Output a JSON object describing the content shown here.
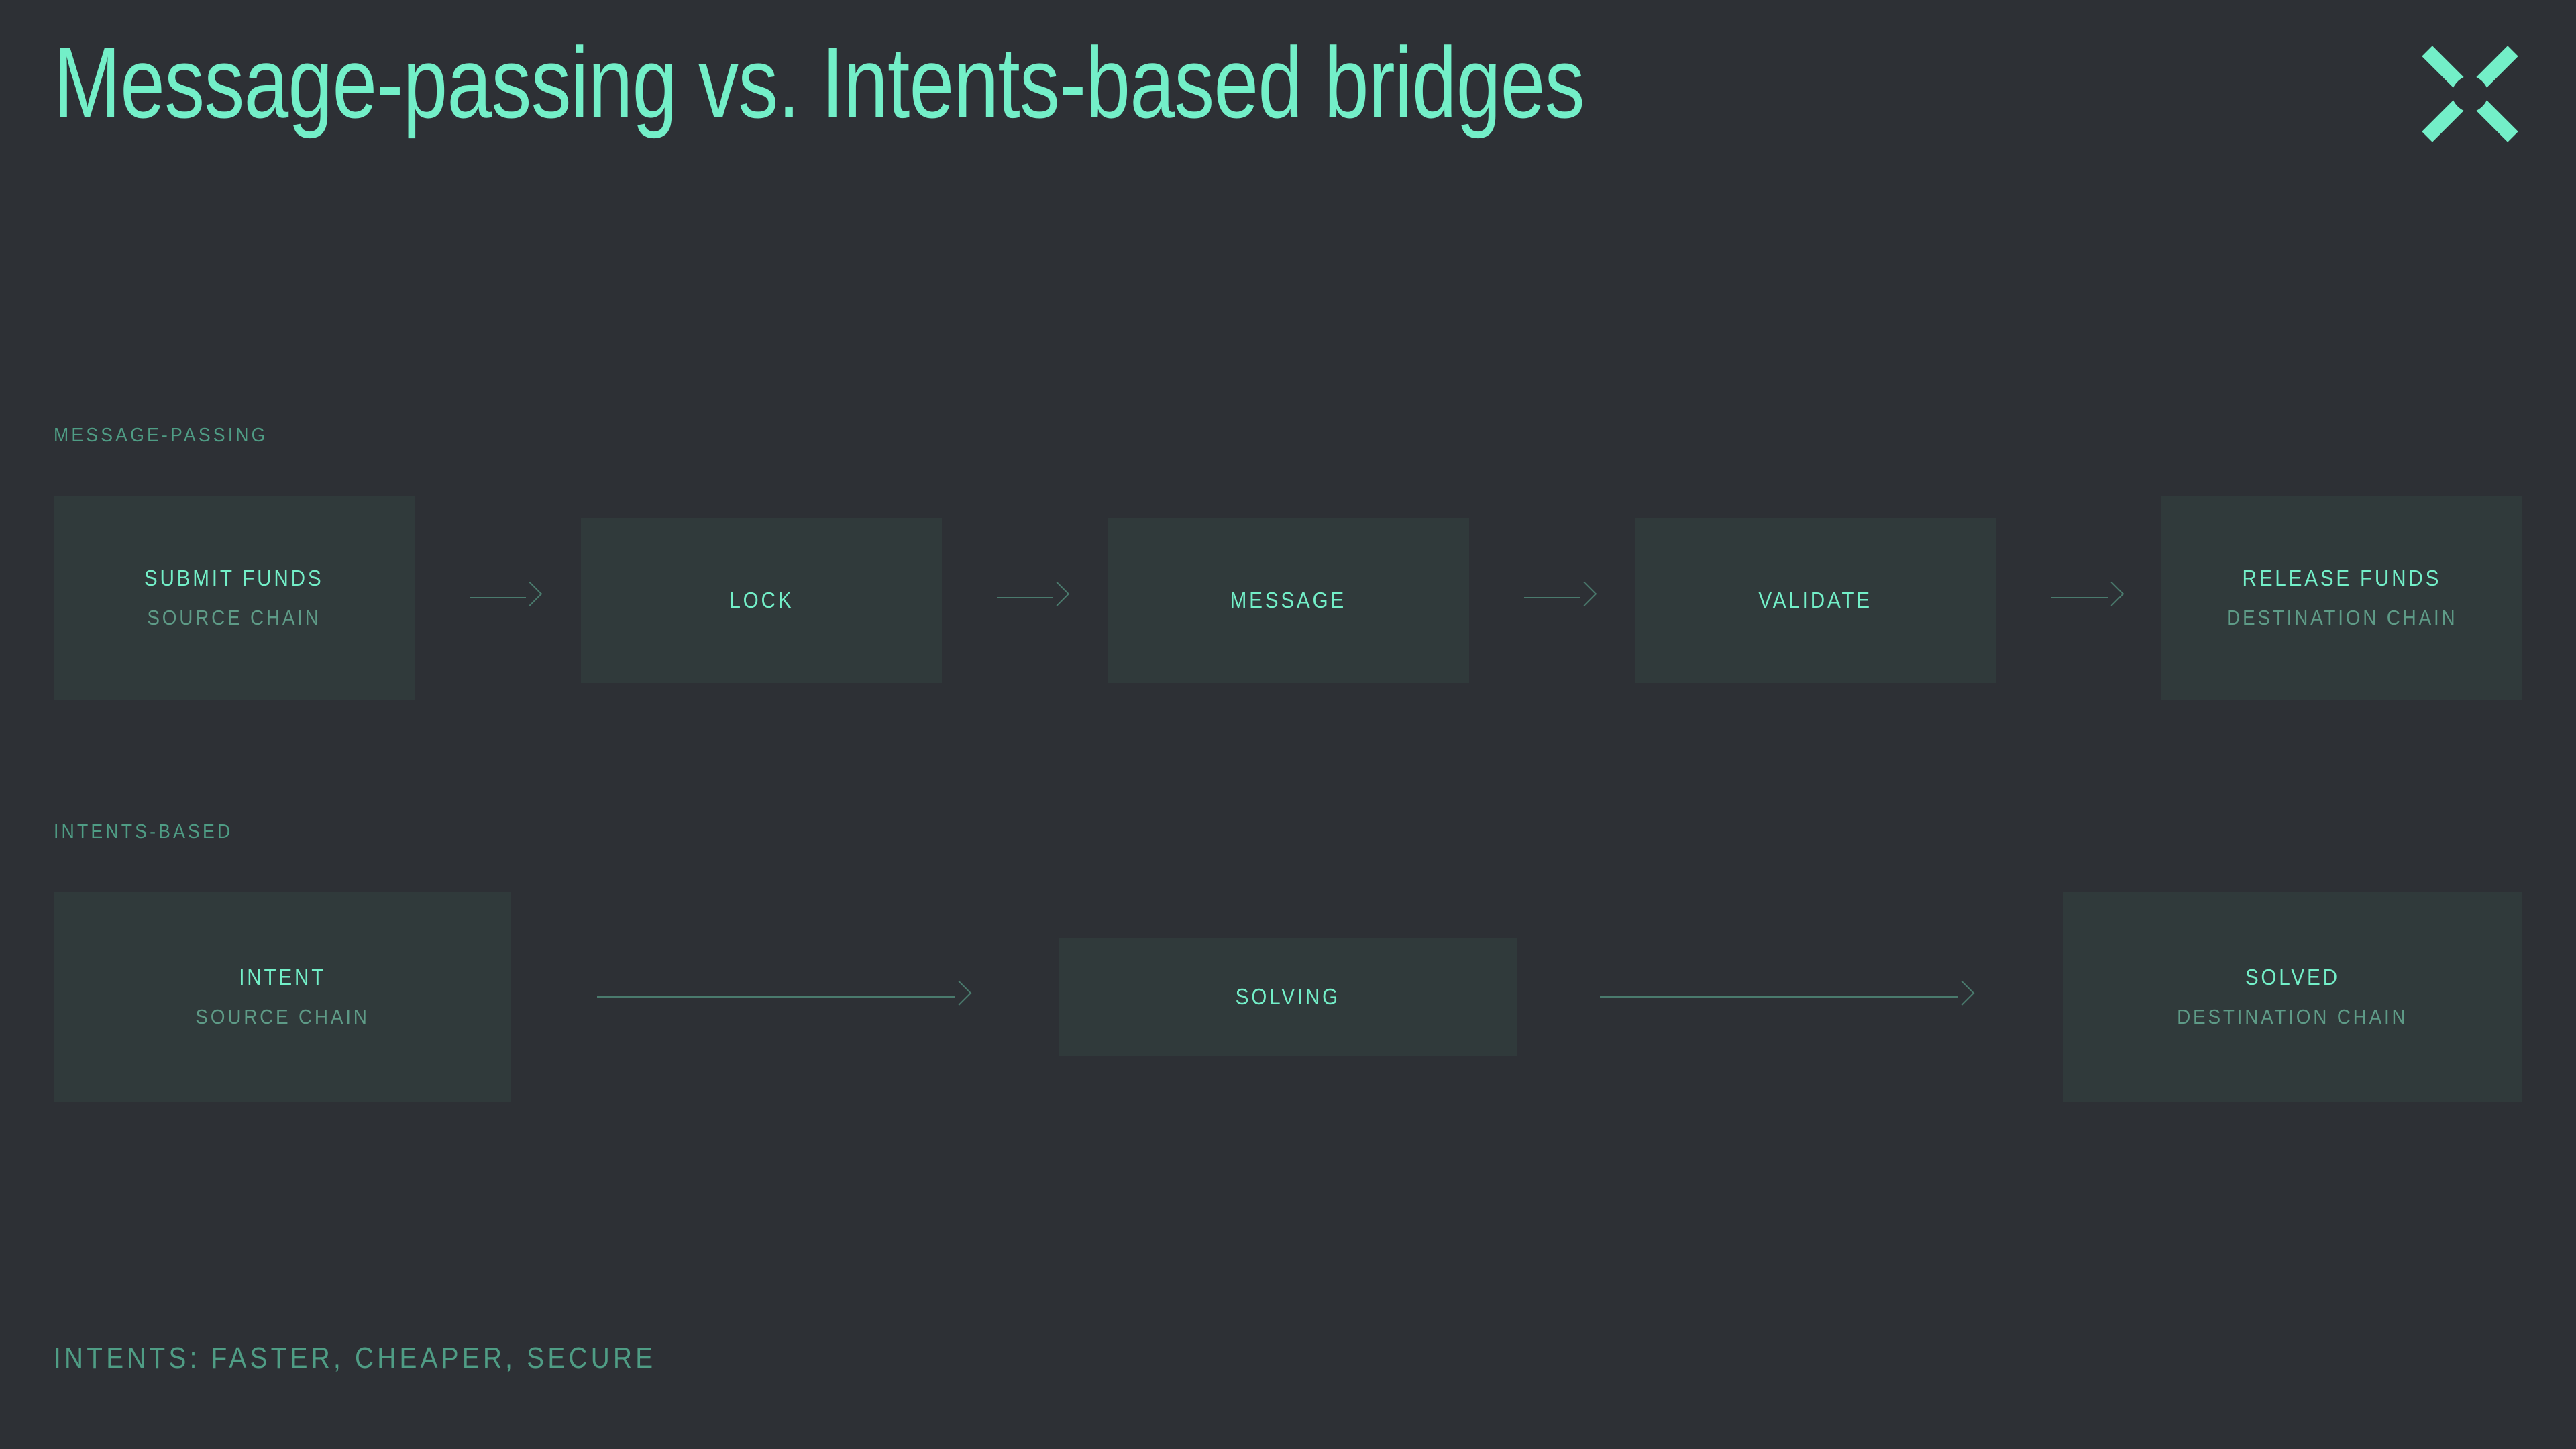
{
  "header": {
    "title": "Message-passing vs. Intents-based bridges",
    "logo_icon": "x-mark-logo"
  },
  "theme": {
    "background": "#2d3035",
    "node_fill": "#303a3b",
    "accent_mint": "#73efc8",
    "label_teal": "#4f9d85",
    "subtext_teal": "#5e9b87",
    "arrow": "#4a7a6d"
  },
  "flows": [
    {
      "id": "message-passing",
      "label": "MESSAGE-PASSING",
      "nodes": [
        {
          "title": "SUBMIT FUNDS",
          "sub": "SOURCE CHAIN"
        },
        {
          "title": "LOCK",
          "sub": ""
        },
        {
          "title": "MESSAGE",
          "sub": ""
        },
        {
          "title": "VALIDATE",
          "sub": ""
        },
        {
          "title": "RELEASE FUNDS",
          "sub": "DESTINATION CHAIN"
        }
      ]
    },
    {
      "id": "intents-based",
      "label": "INTENTS-BASED",
      "nodes": [
        {
          "title": "INTENT",
          "sub": "SOURCE CHAIN"
        },
        {
          "title": "SOLVING",
          "sub": ""
        },
        {
          "title": "SOLVED",
          "sub": "DESTINATION CHAIN"
        }
      ]
    }
  ],
  "footer": {
    "note": "INTENTS: FASTER, CHEAPER, SECURE"
  }
}
